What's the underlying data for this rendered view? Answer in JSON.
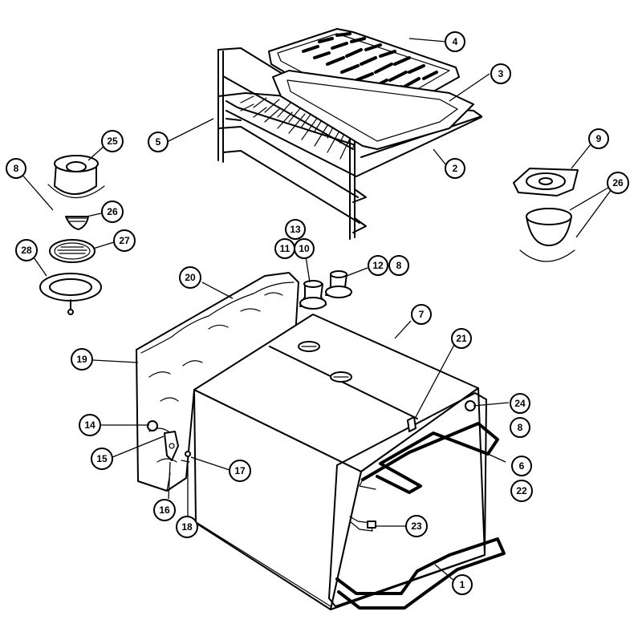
{
  "callouts": [
    {
      "id": "c4",
      "label": "4"
    },
    {
      "id": "c3",
      "label": "3"
    },
    {
      "id": "c5",
      "label": "5"
    },
    {
      "id": "c2",
      "label": "2"
    },
    {
      "id": "c25",
      "label": "25"
    },
    {
      "id": "c8a",
      "label": "8"
    },
    {
      "id": "c26a",
      "label": "26"
    },
    {
      "id": "c27",
      "label": "27"
    },
    {
      "id": "c28",
      "label": "28"
    },
    {
      "id": "c9",
      "label": "9"
    },
    {
      "id": "c26b",
      "label": "26"
    },
    {
      "id": "c13",
      "label": "13"
    },
    {
      "id": "c11",
      "label": "11"
    },
    {
      "id": "c10",
      "label": "10"
    },
    {
      "id": "c12",
      "label": "12"
    },
    {
      "id": "c8b",
      "label": "8"
    },
    {
      "id": "c20",
      "label": "20"
    },
    {
      "id": "c7",
      "label": "7"
    },
    {
      "id": "c19",
      "label": "19"
    },
    {
      "id": "c21",
      "label": "21"
    },
    {
      "id": "c24",
      "label": "24"
    },
    {
      "id": "c8c",
      "label": "8"
    },
    {
      "id": "c14",
      "label": "14"
    },
    {
      "id": "c15",
      "label": "15"
    },
    {
      "id": "c17",
      "label": "17"
    },
    {
      "id": "c6",
      "label": "6"
    },
    {
      "id": "c22",
      "label": "22"
    },
    {
      "id": "c16",
      "label": "16"
    },
    {
      "id": "c18",
      "label": "18"
    },
    {
      "id": "c23",
      "label": "23"
    },
    {
      "id": "c1",
      "label": "1"
    }
  ]
}
